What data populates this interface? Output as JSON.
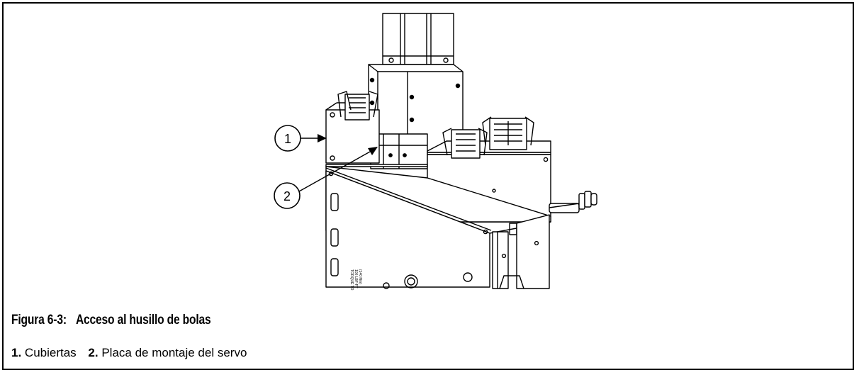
{
  "figure": {
    "callouts": [
      {
        "label": "1"
      },
      {
        "label": "2"
      }
    ],
    "plate_text": [
      "TORQUE TO",
      "100 LBF-FT",
      "(140 Nm)"
    ]
  },
  "caption": {
    "number": "Figura 6-3:",
    "title": "Acceso al husillo de bolas"
  },
  "legend": {
    "items": [
      {
        "num": "1.",
        "text": "Cubiertas"
      },
      {
        "num": "2.",
        "text": "Placa de montaje del servo"
      }
    ]
  }
}
